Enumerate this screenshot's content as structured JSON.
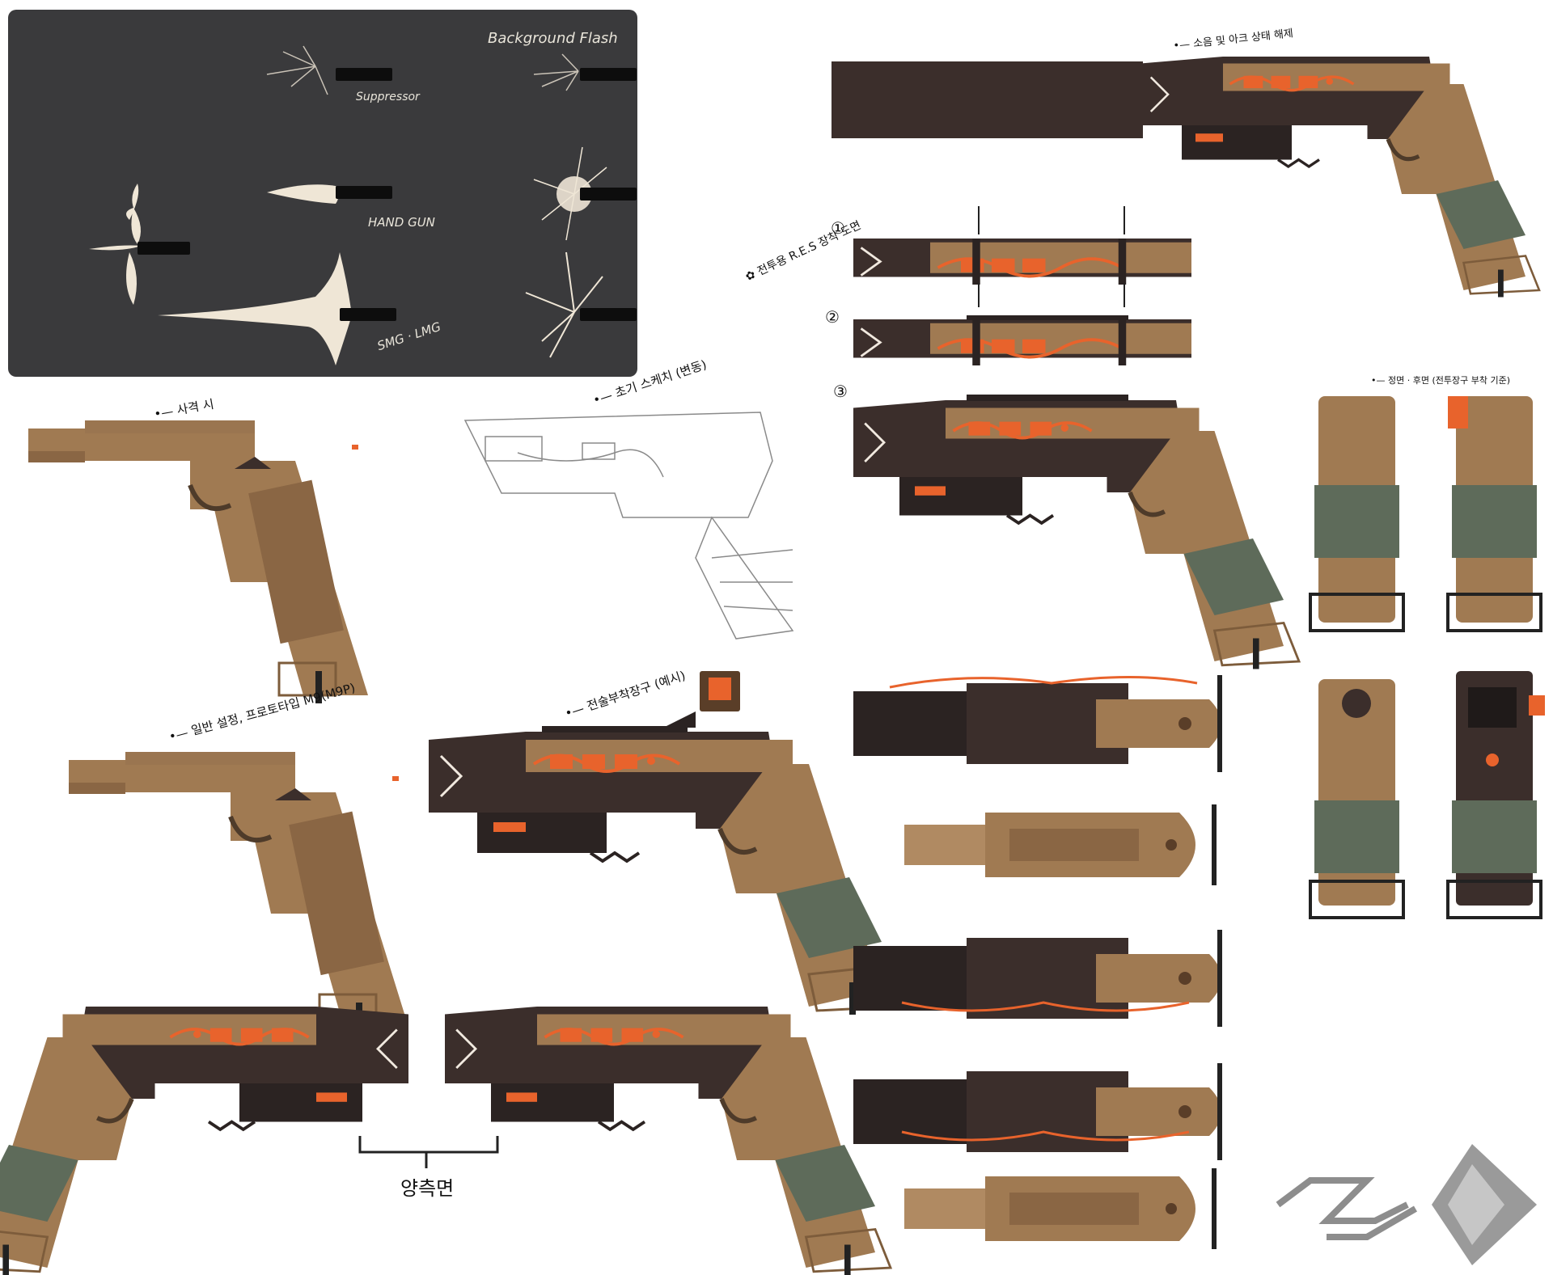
{
  "flash_panel": {
    "title": "Background Flash",
    "labels": {
      "suppressor": "Suppressor",
      "handgun": "HAND GUN",
      "smg_lmg": "SMG · LMG"
    }
  },
  "annotations": {
    "firing": "•— 사격 시",
    "sketch": "•— 초기 스케치 (변동)",
    "standard": "•— 일반 설정, 프로토타입 M9(M9P)",
    "attachment_example": "•— 전술부착장구 (예시)",
    "silencer": "•— 소음 및 아크 상태 해제",
    "res_title": "✿ 전투용 R.E.S 장착 도면",
    "top_view": "•— 정면 · 후면 (전투장구 부착 기준)",
    "both_sides": "양측면",
    "step_1": "①",
    "step_2": "②",
    "step_3": "③"
  },
  "colors": {
    "tan": "#a07a52",
    "tan_dark": "#7d5c3b",
    "dark": "#3b2e2b",
    "orange": "#e8632c",
    "green": "#5e6b5a",
    "panel": "#3a3a3c",
    "flash": "#efe6d6"
  },
  "icons": [
    "emblem-wave-logo",
    "emblem-diamond-logo"
  ]
}
